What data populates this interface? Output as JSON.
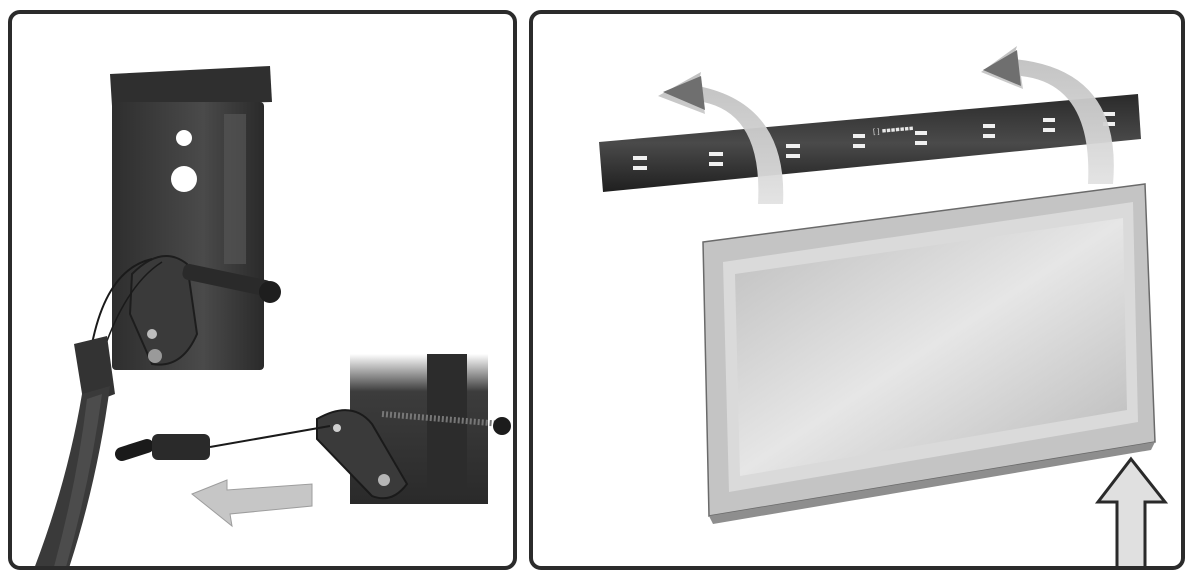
{
  "panels": [
    {
      "id": "left",
      "depicts": "release-latch-cord-pull"
    },
    {
      "id": "right",
      "depicts": "hang-tv-on-wall-rail"
    }
  ],
  "rail": {
    "brand_text": "[ ] ■■■■■■■"
  },
  "colors": {
    "frame": "#2b2b2b",
    "metal_dark": "#3a3a3a",
    "arrow_dark": "#6f6f6f",
    "arrow_light": "#c9c9c9",
    "screen_face": "#d6d6d6"
  },
  "icons": [
    "curved-arrow-icon",
    "straight-arrow-icon",
    "up-arrow-icon"
  ]
}
